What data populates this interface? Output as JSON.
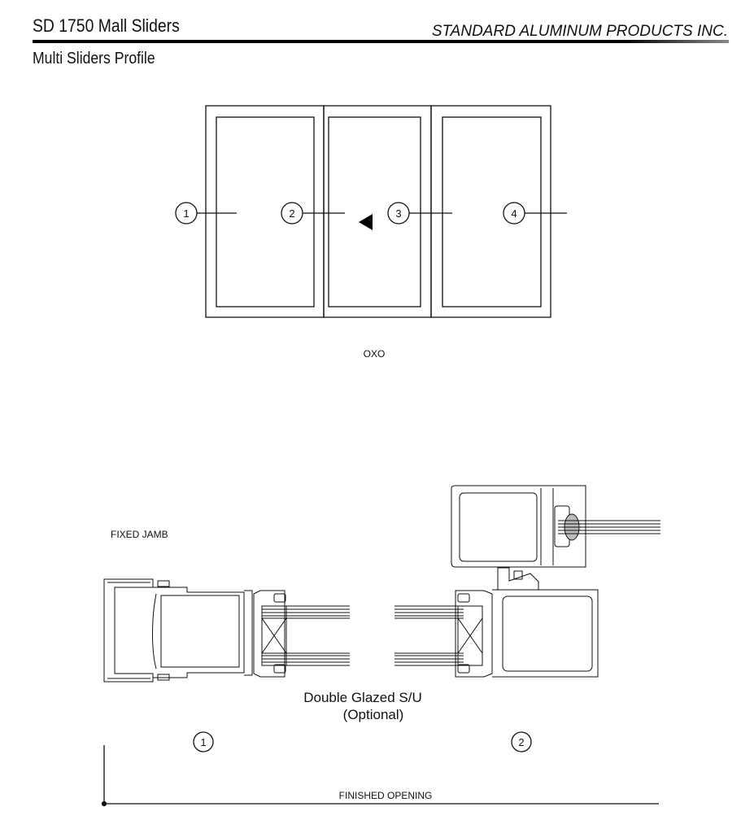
{
  "header": {
    "title": "SD 1750 Mall Sliders",
    "company": "STANDARD ALUMINUM PRODUCTS INC.",
    "subtitle": "Multi Sliders Profile"
  },
  "elevation": {
    "callouts": [
      "1",
      "2",
      "3",
      "4"
    ],
    "configuration": "OXO"
  },
  "section": {
    "fixed_jamb_label": "FIXED JAMB",
    "glazing_label": "Double Glazed S/U",
    "glazing_note": "(Optional)",
    "callouts": [
      "1",
      "2"
    ],
    "dimension_label": "FINISHED OPENING"
  }
}
